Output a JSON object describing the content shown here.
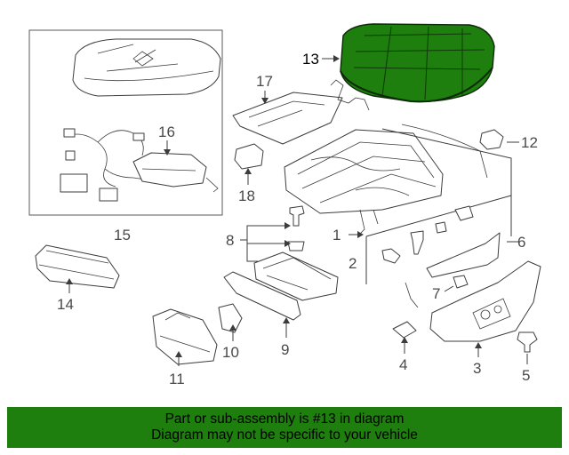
{
  "callouts": {
    "c1": "1",
    "c2": "2",
    "c3": "3",
    "c4": "4",
    "c5": "5",
    "c6": "6",
    "c7": "7",
    "c8": "8",
    "c9": "9",
    "c10": "10",
    "c11": "11",
    "c12": "12",
    "c13": "13",
    "c14": "14",
    "c15": "15",
    "c16": "16",
    "c17": "17",
    "c18": "18"
  },
  "highlight": {
    "part_number": "13",
    "color": "#1e7e0e"
  },
  "footer": {
    "line1": "Part or sub-assembly is #13 in diagram",
    "line2": "Diagram may not be specific to your vehicle",
    "background": "#1e7e0e"
  }
}
